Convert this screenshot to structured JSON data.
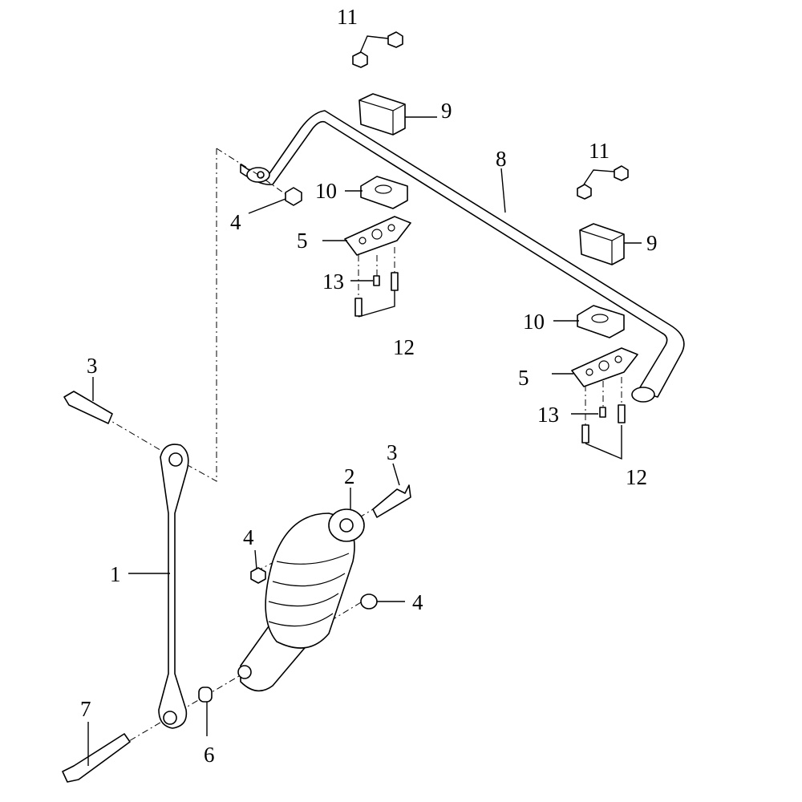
{
  "diagram": {
    "type": "exploded-parts-diagram",
    "callouts": {
      "link_rod": "1",
      "shock_absorber": "2",
      "bolt_upper_left": "3",
      "bolt_upper_right": "3",
      "nut_bar_end": "4",
      "nut_shock_left": "4",
      "nut_shock_right": "4",
      "bracket_left": "5",
      "bracket_right": "5",
      "spacer": "6",
      "bolt_lower": "7",
      "stabilizer_bar": "8",
      "bushing_upper_left": "9",
      "bushing_upper_right": "9",
      "holder_left": "10",
      "holder_right": "10",
      "nuts_top_left": "11",
      "nuts_top_right": "11",
      "bolts_left": "12",
      "bolts_right": "12",
      "screw_left": "13",
      "screw_right": "13"
    }
  }
}
